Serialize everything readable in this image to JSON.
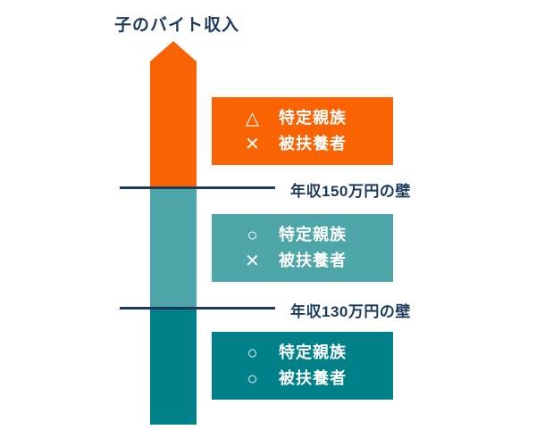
{
  "title": "子のバイト収入",
  "colors": {
    "orange": "#f96302",
    "teal_mid": "#4fa6a9",
    "teal_dark": "#00818a",
    "navy": "#1c3b5c"
  },
  "thresholds": [
    {
      "label": "年収150万円の壁",
      "value": "150万円"
    },
    {
      "label": "年収130万円の壁",
      "value": "130万円"
    }
  ],
  "boxes": [
    {
      "zone": "above-150",
      "color": "orange",
      "rows": [
        {
          "symbol": "△",
          "label": "特定親族"
        },
        {
          "symbol": "✕",
          "label": "被扶養者"
        }
      ]
    },
    {
      "zone": "between-130-150",
      "color": "teal_mid",
      "rows": [
        {
          "symbol": "○",
          "label": "特定親族"
        },
        {
          "symbol": "✕",
          "label": "被扶養者"
        }
      ]
    },
    {
      "zone": "below-130",
      "color": "teal_dark",
      "rows": [
        {
          "symbol": "○",
          "label": "特定親族"
        },
        {
          "symbol": "○",
          "label": "被扶養者"
        }
      ]
    }
  ]
}
